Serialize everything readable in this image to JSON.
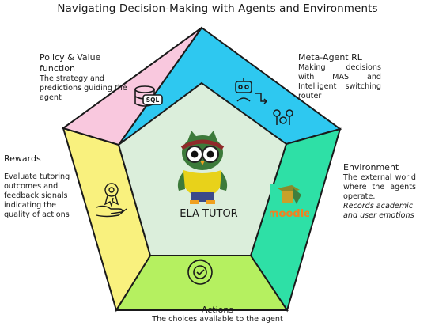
{
  "title": "Navigating Decision-Making with Agents and Environments",
  "center_label": "ELA TUTOR",
  "sections": {
    "policy": {
      "heading": "Policy & Value function",
      "text": "The strategy and predictions guiding the agent",
      "icon": "database-sql-icon",
      "color": "#f9c8de",
      "icon_label": "SQL"
    },
    "meta_agent": {
      "heading": "Meta-Agent RL",
      "text": "Making decisions with MAS and Intelligent switching router",
      "icon": "robot-agents-icon",
      "color": "#2ec8f0"
    },
    "environment": {
      "heading": "Environment",
      "text": "The external world where the agents operate.",
      "note": "Records academic and user emotions",
      "icon": "moodle-logo-icon",
      "color": "#2ee0a6",
      "logo_text": "moodle"
    },
    "actions": {
      "heading": "Actions",
      "text": "The choices available to the agent",
      "icon": "gear-check-icon",
      "color": "#b5f060"
    },
    "rewards": {
      "heading": "Rewards",
      "text": "Evaluate tutoring outcomes and feedback signals indicating the quality of actions",
      "icon": "award-hand-icon",
      "color": "#f9f17e"
    }
  },
  "center_fill": "#dbeedb"
}
